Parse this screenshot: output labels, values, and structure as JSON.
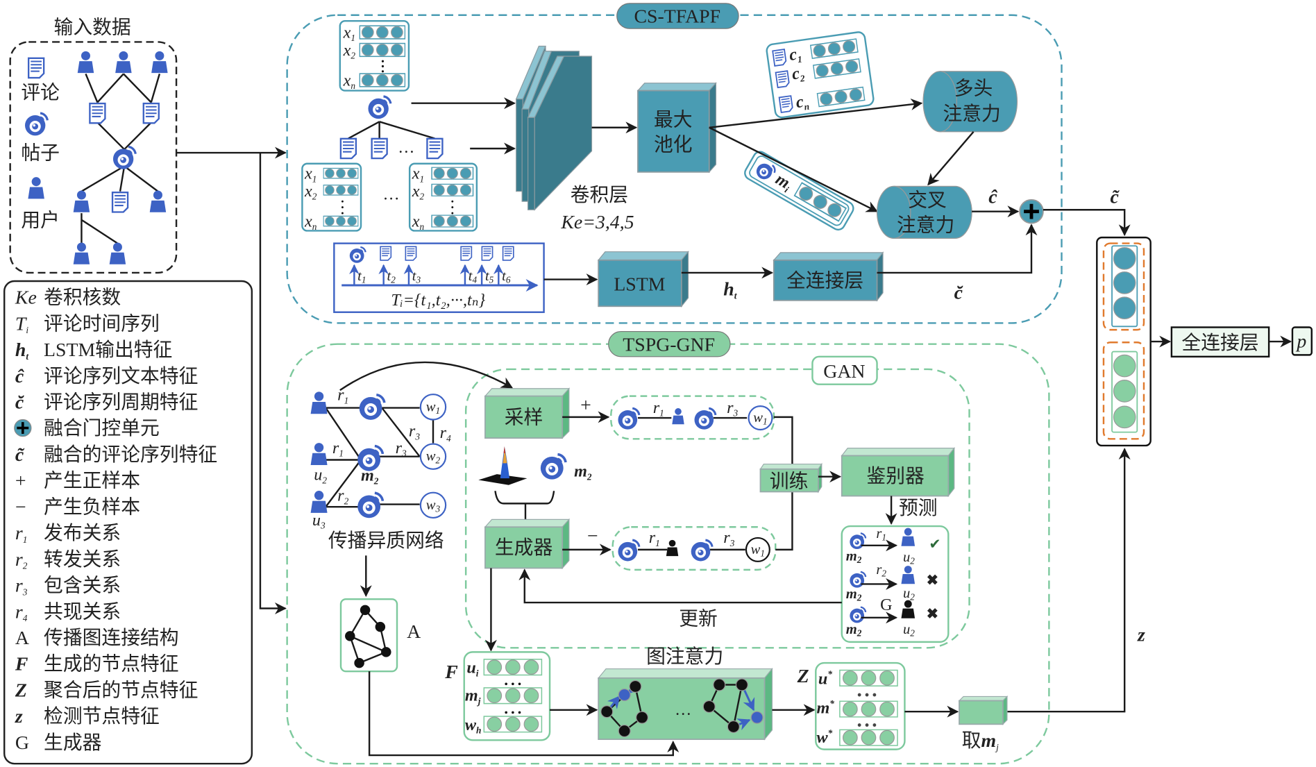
{
  "input": {
    "title": "输入数据",
    "comment_label": "评论",
    "post_label": "帖子",
    "user_label": "用户"
  },
  "legend": [
    {
      "symbol": "Ke",
      "text": "卷积核数"
    },
    {
      "symbol": "T",
      "sub": "i",
      "text": "评论时间序列"
    },
    {
      "symbol": "h",
      "sub": "t",
      "text": "LSTM输出特征"
    },
    {
      "symbol": "ĉ",
      "text": "评论序列文本特征"
    },
    {
      "symbol": "c̆",
      "text": "评论序列周期特征"
    },
    {
      "symbol": "⊕",
      "text": "融合门控单元"
    },
    {
      "symbol": "c̃",
      "text": "融合的评论序列特征"
    },
    {
      "symbol": "+",
      "text": "产生正样本"
    },
    {
      "symbol": "−",
      "text": "产生负样本"
    },
    {
      "symbol": "r",
      "sub": "1",
      "text": "发布关系"
    },
    {
      "symbol": "r",
      "sub": "2",
      "text": "转发关系"
    },
    {
      "symbol": "r",
      "sub": "3",
      "text": "包含关系"
    },
    {
      "symbol": "r",
      "sub": "4",
      "text": "共现关系"
    },
    {
      "symbol": "A",
      "text": "传播图连接结构"
    },
    {
      "symbol": "F",
      "text": "生成的节点特征"
    },
    {
      "symbol": "Z",
      "text": "聚合后的节点特征"
    },
    {
      "symbol": "z",
      "text": "检测节点特征"
    },
    {
      "symbol": "G",
      "text": "生成器"
    }
  ],
  "cs": {
    "title": "CS-TFAPF",
    "x1": "x",
    "x_sub1": "1",
    "x_sub2": "2",
    "x_subn": "n",
    "ellipsis": "…",
    "conv_label": "卷积层",
    "ke_label": "Ke=3,4,5",
    "maxpool": [
      "最大",
      "池化"
    ],
    "c_label": "c",
    "c_sub1": "1",
    "c_sub2": "2",
    "c_subn": "n",
    "mi_label": "m",
    "mi_sub": "i",
    "multihead": [
      "多头",
      "注意力"
    ],
    "cross": [
      "交叉",
      "注意力"
    ],
    "c_hat": "ĉ",
    "c_breve": "c̆",
    "c_tilde": "c̃",
    "t_labels": [
      "1",
      "2",
      "3",
      "4",
      "5",
      "6"
    ],
    "t_var": "t",
    "ti_formula": "Tᵢ={t₁,t₂,···,tₙ}",
    "lstm": "LSTM",
    "ht": "h",
    "ht_sub": "t",
    "fc": "全连接层"
  },
  "tspg": {
    "title": "TSPG-GNF",
    "gan": "GAN",
    "r1": "r",
    "subs": {
      "r1": "1",
      "r2": "2",
      "r3": "3",
      "r4": "4"
    },
    "w": "w",
    "w_subs": [
      "1",
      "2",
      "3"
    ],
    "u2": "u",
    "u_sub2": "2",
    "u_sub3": "3",
    "m2": "m",
    "m_sub2": "2",
    "network_label": "传播异质网络",
    "a_label": "A",
    "sample": "采样",
    "plus": "+",
    "minus": "−",
    "generator": "生成器",
    "train": "训练",
    "discriminator": "鉴别器",
    "predict": "预测",
    "g_label": "G",
    "update": "更新",
    "check": "✔",
    "cross_mark": "✖",
    "f_label": "F",
    "ui": "u",
    "ui_sub": "i",
    "mj": "m",
    "mj_sub": "j",
    "wh": "w",
    "wh_sub": "h",
    "gat": "图注意力",
    "z_label": "Z",
    "star": "*",
    "take": "取",
    "z_small": "z"
  },
  "output": {
    "fc": "全连接层",
    "p": "p"
  },
  "colors": {
    "teal": "#4a9cb3",
    "green": "#88cfa2",
    "blue_icon": "#3d62c4",
    "orange_dash": "#e07a2e"
  }
}
